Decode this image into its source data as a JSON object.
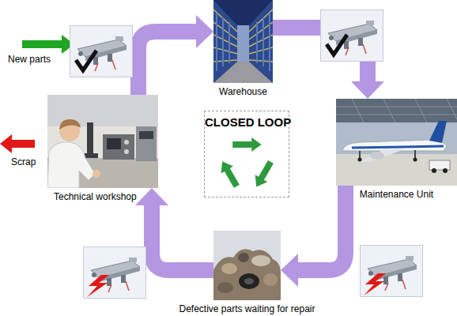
{
  "diagram": {
    "nodes": [
      {
        "text": [
          "Warehouse"
        ]
      },
      {
        "text": [
          "Technical workshop"
        ]
      },
      {
        "text": [
          "CLOSED LOOP"
        ]
      },
      {
        "text": [
          "Maintenance Unit"
        ]
      },
      {
        "text": [
          "Defective parts waiting for repair"
        ]
      }
    ],
    "edges": [
      {
        "from": 1,
        "to": 0,
        "arrow": "to"
      },
      {
        "from": 0,
        "to": 3,
        "arrow": "to"
      },
      {
        "from": 3,
        "to": 4,
        "arrow": "to"
      },
      {
        "from": 4,
        "to": 1,
        "arrow": "to"
      }
    ],
    "labels": [
      "New parts",
      "Scrap"
    ]
  }
}
